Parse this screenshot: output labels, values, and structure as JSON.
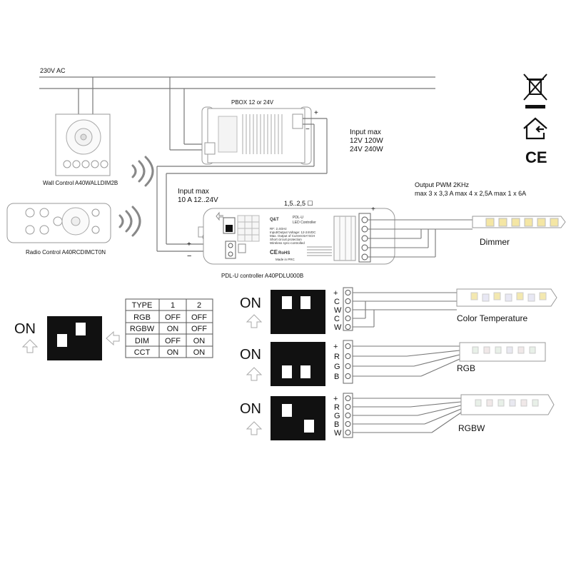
{
  "mains_label": "230V AC",
  "pbox_label": "PBOX  12 or 24V",
  "input_max_pbox": {
    "title": "Input max",
    "line1": "12V 120W",
    "line2": "24V 240W"
  },
  "wall_control_label": "Wall Control A40WALLDIM2B",
  "radio_control_label": "Radio Control  A40RCDIMCT0N",
  "input_max_controller": {
    "title": "Input max",
    "line1": "10 A  12..24V"
  },
  "switch_hint": "1,5..2,5 ☐",
  "output_pwm": {
    "title": "Output PWM 2KHz",
    "spec": "max 3 x 3,3 A    max 4 x 2,5A    max 1 x 6A"
  },
  "controller_label": "PDL-U controller  A40PDLU000B",
  "controller_face": {
    "brand": "Q&T",
    "model": "PDL-U",
    "subtitle": "LED Controller",
    "spec_lines": [
      "RF: 2.4GHz",
      "Input/Output Voltage: 12-24VDC",
      "Max. Output of Current:6A*4CH",
      "Short circuit protection",
      "Wireless sync-controlled"
    ],
    "made_in": "Made in PRC",
    "ce": "CE",
    "rohs": "RoHS"
  },
  "plus": "+",
  "minus": "−",
  "dimmer_label": "Dimmer",
  "on_label": "ON",
  "type_table": {
    "headers": [
      "TYPE",
      "1",
      "2"
    ],
    "rows": [
      [
        "RGB",
        "OFF",
        "OFF"
      ],
      [
        "RGBW",
        "ON",
        "OFF"
      ],
      [
        "DIM",
        "OFF",
        "ON"
      ],
      [
        "CCT",
        "ON",
        "ON"
      ]
    ]
  },
  "configs": [
    {
      "label": "Color Temperature",
      "terminals": [
        "+",
        "C",
        "W",
        "C",
        "W"
      ]
    },
    {
      "label": "RGB",
      "terminals": [
        "+",
        "R",
        "G",
        "B"
      ]
    },
    {
      "label": "RGBW",
      "terminals": [
        "+",
        "R",
        "G",
        "B",
        "W"
      ]
    }
  ]
}
